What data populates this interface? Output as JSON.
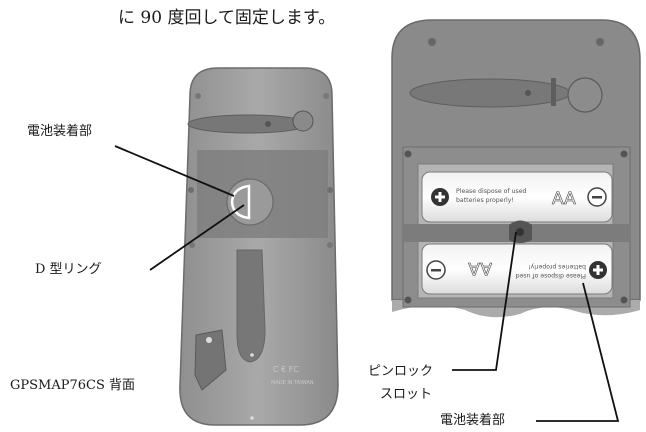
{
  "intro_text": "に 90 度回して固定します。",
  "labels": {
    "left_battery_compartment": "電池装着部",
    "d_ring": "D 型リング",
    "model_back": "GPSMAP76CS 背面",
    "pin_lock": "ピンロック",
    "slot": "スロット",
    "right_battery_compartment": "電池装着部"
  },
  "battery": {
    "notice_line1": "Please dispose of used",
    "notice_line2": "batteries properly!",
    "size": "AA"
  },
  "device_markings": {
    "compliance": "C € FC",
    "made_in": "MADE IN TAIWAN"
  }
}
